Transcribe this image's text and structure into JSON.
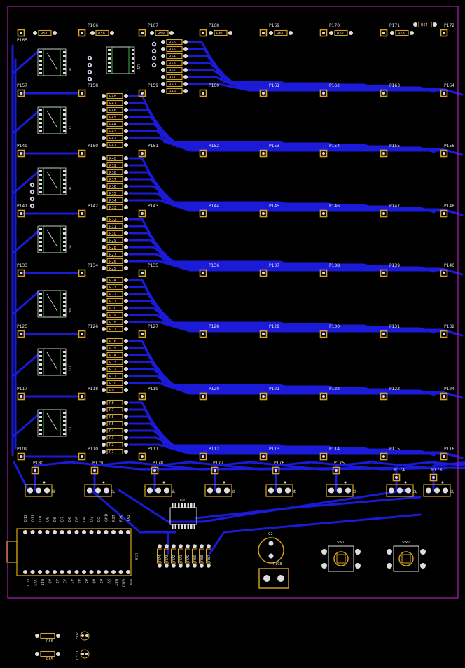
{
  "colors": {
    "background": "#000000",
    "outline": "#b020b0",
    "trace": "#1a1ad8",
    "pad": "#d9a520",
    "silk": "#e8e8e8",
    "ic_outline": "#3cb043"
  },
  "pad_rows": [
    {
      "left": "P165",
      "mid": [
        "P166",
        "P167",
        "P168",
        "P169",
        "P170",
        "P171"
      ],
      "right": "P172"
    },
    {
      "left": "P157",
      "mid": [
        "P158",
        "P159",
        "P160",
        "P161",
        "P162",
        "P163"
      ],
      "right": "P164"
    },
    {
      "left": "P149",
      "mid": [
        "P150",
        "P151",
        "P152",
        "P153",
        "P154",
        "P155"
      ],
      "right": "P156"
    },
    {
      "left": "P141",
      "mid": [
        "P142",
        "P143",
        "P144",
        "P145",
        "P146",
        "P147"
      ],
      "right": "P148"
    },
    {
      "left": "P133",
      "mid": [
        "P134",
        "P135",
        "P136",
        "P137",
        "P138",
        "P139"
      ],
      "right": "P140"
    },
    {
      "left": "P125",
      "mid": [
        "P126",
        "P127",
        "P128",
        "P129",
        "P130",
        "P131"
      ],
      "right": "P132"
    },
    {
      "left": "P117",
      "mid": [
        "P118",
        "P119",
        "P120",
        "P121",
        "P122",
        "P123"
      ],
      "right": "P124"
    },
    {
      "left": "P109",
      "mid": [
        "P110",
        "P111",
        "P112",
        "P113",
        "P114",
        "P115"
      ],
      "right": "P116"
    }
  ],
  "top_resistors": [
    "R57",
    "R58",
    "R59",
    "R60",
    "R61",
    "R62",
    "R63",
    "R64"
  ],
  "ic_labels": [
    "U8",
    "U7",
    "U6",
    "U5",
    "U4",
    "U3",
    "U2",
    "U1"
  ],
  "resistor_banks": [
    [
      "R56",
      "R55",
      "R54",
      "R53",
      "R52",
      "R51",
      "R50",
      "R49"
    ],
    [
      "R48",
      "R47",
      "R46",
      "R45",
      "R44",
      "R43",
      "R42",
      "R41"
    ],
    [
      "R40",
      "R39",
      "R38",
      "R37",
      "R36",
      "R35",
      "R34",
      "R33"
    ],
    [
      "R32",
      "R31",
      "R30",
      "R29",
      "R28",
      "R27",
      "R26",
      "R25"
    ],
    [
      "R24",
      "R23",
      "R22",
      "R21",
      "R20",
      "R19",
      "R18",
      "R17"
    ],
    [
      "R16",
      "R15",
      "R14",
      "R13",
      "R12",
      "R11",
      "R10",
      "R9"
    ],
    [
      "R8",
      "R7",
      "R6",
      "R5",
      "R4",
      "R3",
      "R2",
      "R1"
    ]
  ],
  "connector_pads": [
    "P180",
    "P179",
    "P178",
    "P177",
    "P176",
    "P175",
    "P174",
    "P173"
  ],
  "connectors": [
    "J8",
    "J7",
    "J6",
    "J5",
    "J4",
    "J3",
    "J2",
    "J1"
  ],
  "arduino": {
    "ref": "U10",
    "top_pins": [
      "D12",
      "D11",
      "D10",
      "D9",
      "D8",
      "D7",
      "D6",
      "D5",
      "D4",
      "D3",
      "D2",
      "GND",
      "RST",
      "RX0",
      "TX1"
    ],
    "bottom_pins": [
      "D13",
      "3V3",
      "REF",
      "A0",
      "A1",
      "A2",
      "A3",
      "A4",
      "A5",
      "A6",
      "A7",
      "5V",
      "RST",
      "GND",
      "VIN"
    ]
  },
  "shift_ic": "U9",
  "bottom_resistors": [
    "R74",
    "R73",
    "R72",
    "R71",
    "R70",
    "R69",
    "R68",
    "R67"
  ],
  "capacitor": "C2",
  "power_pad": "P108",
  "switches": [
    "SW1",
    "SW2"
  ],
  "leds": [
    {
      "ref": "LED2",
      "resistor": "R66"
    },
    {
      "ref": "LED1",
      "resistor": "R65"
    }
  ]
}
